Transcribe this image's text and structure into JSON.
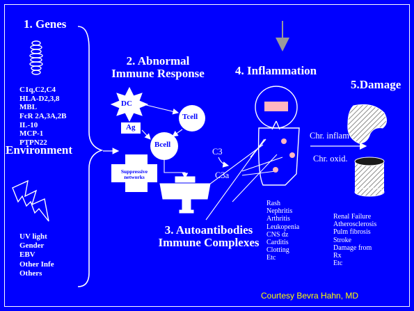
{
  "sections": {
    "genes": {
      "title": "1. Genes",
      "items": [
        "C1q,C2,C4",
        "HLA-D2,3,8",
        "MBL",
        "FcR 2A,3A,2B",
        "IL-10",
        "MCP-1",
        "PTPN22"
      ]
    },
    "environment": {
      "title": "Environment",
      "items": [
        "UV light",
        "Gender",
        "EBV",
        "Other Infe",
        "Others"
      ]
    },
    "immune": {
      "title_line1": "2. Abnormal",
      "title_line2": "Immune Response",
      "labels": {
        "dc": "DC",
        "tcell": "Tcell",
        "ag": "Ag",
        "bcell": "Bcell",
        "suppressive_line1": "Suppressive",
        "suppressive_line2": "networks"
      }
    },
    "autoantibodies": {
      "title_line1": "3. Autoantibodies",
      "title_line2": "Immune Complexes"
    },
    "inflammation": {
      "title": "4. Inflammation",
      "c3": "C3",
      "c3a": "C3a",
      "manifestations": [
        "Rash",
        "Nephritis",
        "Arthritis",
        "Leukopenia",
        "CNS dz",
        "Carditis",
        "Clotting",
        "Etc"
      ]
    },
    "damage": {
      "title": "5.Damage",
      "chr_inflam": "Chr. inflam",
      "chr_oxid": "Chr. oxid.",
      "outcomes": [
        "Renal Failure",
        "Atherosclerosis",
        "Pulm fibrosis",
        "Stroke",
        "Damage from",
        "Rx",
        "Etc"
      ]
    }
  },
  "credit": "Courtesy Bevra Hahn, MD",
  "colors": {
    "background": "#0000ff",
    "text": "#ffffff",
    "credit": "#ffff00",
    "skin_patch": "#ffb6c1",
    "hatch": "#c8c8c8"
  }
}
